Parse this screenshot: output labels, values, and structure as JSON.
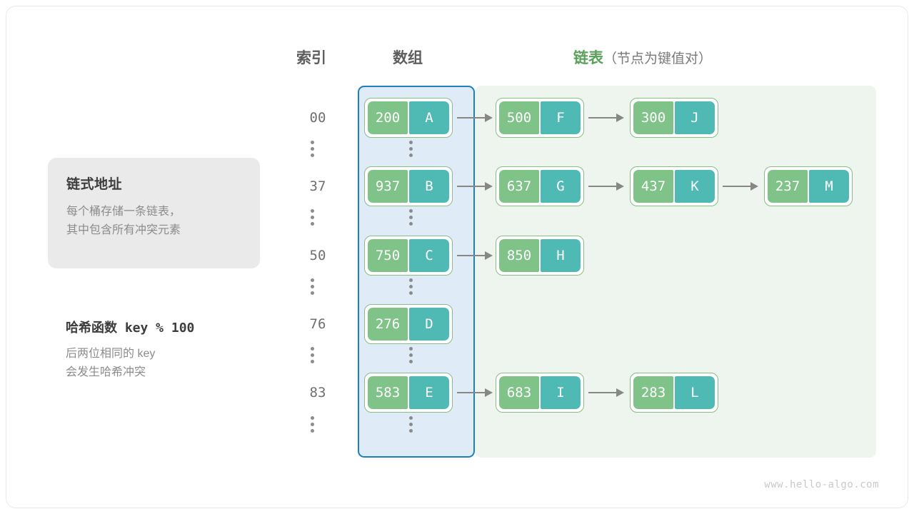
{
  "headers": {
    "index": "索引",
    "array": "数组",
    "list_main": "链表",
    "list_sub": "（节点为键值对）"
  },
  "callout": {
    "title": "链式地址",
    "body": "每个桶存储一条链表，\n其中包含所有冲突元素"
  },
  "hash_note": {
    "title": "哈希函数 key % 100",
    "body": "后两位相同的 key\n会发生哈希冲突"
  },
  "colors": {
    "array_panel_fill": "#dfecf8",
    "array_panel_border": "#1b81c4",
    "list_panel_fill": "#eef5ee",
    "node_border": "#88bd84",
    "node_key_fill": "#80c389",
    "node_value_fill": "#4fb9b4",
    "arrow": "#878787",
    "callout_fill": "#eaeaea",
    "list_header_accent": "#5ba05b"
  },
  "rows": [
    {
      "index": "00",
      "bucket": {
        "key": "200",
        "value": "A"
      },
      "chain": [
        {
          "key": "500",
          "value": "F"
        },
        {
          "key": "300",
          "value": "J"
        }
      ]
    },
    {
      "index": "37",
      "bucket": {
        "key": "937",
        "value": "B"
      },
      "chain": [
        {
          "key": "637",
          "value": "G"
        },
        {
          "key": "437",
          "value": "K"
        },
        {
          "key": "237",
          "value": "M"
        }
      ]
    },
    {
      "index": "50",
      "bucket": {
        "key": "750",
        "value": "C"
      },
      "chain": [
        {
          "key": "850",
          "value": "H"
        }
      ]
    },
    {
      "index": "76",
      "bucket": {
        "key": "276",
        "value": "D"
      },
      "chain": []
    },
    {
      "index": "83",
      "bucket": {
        "key": "583",
        "value": "E"
      },
      "chain": [
        {
          "key": "683",
          "value": "I"
        },
        {
          "key": "283",
          "value": "L"
        }
      ]
    }
  ],
  "watermark": "www.hello-algo.com"
}
